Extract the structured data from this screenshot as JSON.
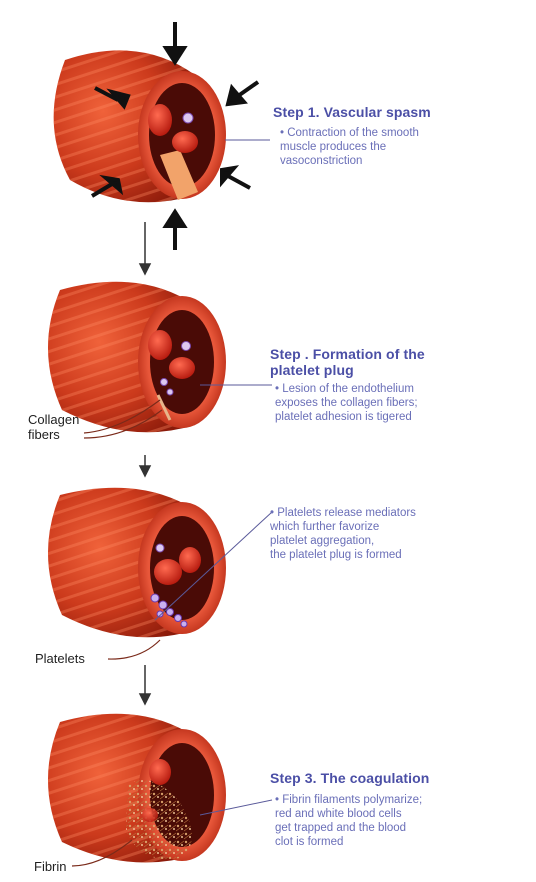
{
  "step1": {
    "title": "Step 1. Vascular spasm",
    "desc": [
      "• Contraction of the smooth",
      "muscle produces the",
      "vasoconstriction"
    ]
  },
  "step2": {
    "title": [
      "Step . Formation of the",
      "platelet plug"
    ],
    "desc": [
      "• Lesion of the endothelium",
      "exposes the collagen fibers;",
      "platelet adhesion is tigered"
    ]
  },
  "step2b": {
    "desc": [
      "• Platelets release mediators",
      "which further favorize",
      "platelet aggregation,",
      "the platelet plug is formed"
    ]
  },
  "step3": {
    "title": "Step 3. The coagulation",
    "desc": [
      "• Fibrin filaments polymarize;",
      "red and white blood cells",
      "get trapped and the blood",
      "clot is formed"
    ]
  },
  "labels": {
    "collagen": [
      "Collagen",
      "fibers"
    ],
    "platelets": "Platelets",
    "fibrin": "Fibrin"
  },
  "colors": {
    "vessel": "#c8341c",
    "vessel_dark": "#8e1a0c",
    "lumen": "#3a0805",
    "title": "#4b4fa6",
    "desc": "#6a6fb8"
  }
}
